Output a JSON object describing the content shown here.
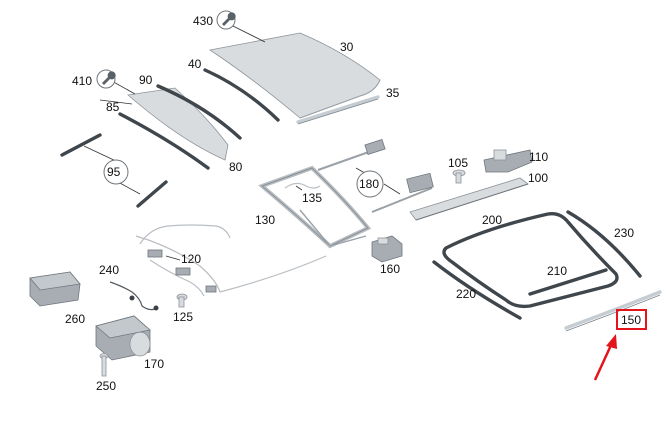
{
  "diagram": {
    "labels": {
      "p430": "430",
      "p30": "30",
      "p40": "40",
      "p35": "35",
      "p410": "410",
      "p90": "90",
      "p85": "85",
      "p80": "80",
      "p95": "95",
      "p105": "105",
      "p110": "110",
      "p100": "100",
      "p180": "180",
      "p135": "135",
      "p130": "130",
      "p200": "200",
      "p230": "230",
      "p120": "120",
      "p240": "240",
      "p160": "160",
      "p210": "210",
      "p220": "220",
      "p260": "260",
      "p125": "125",
      "p150": "150",
      "p170": "170",
      "p250": "250"
    },
    "highlight_color": "#e3141b",
    "icons": [
      "wrench-icon"
    ]
  }
}
